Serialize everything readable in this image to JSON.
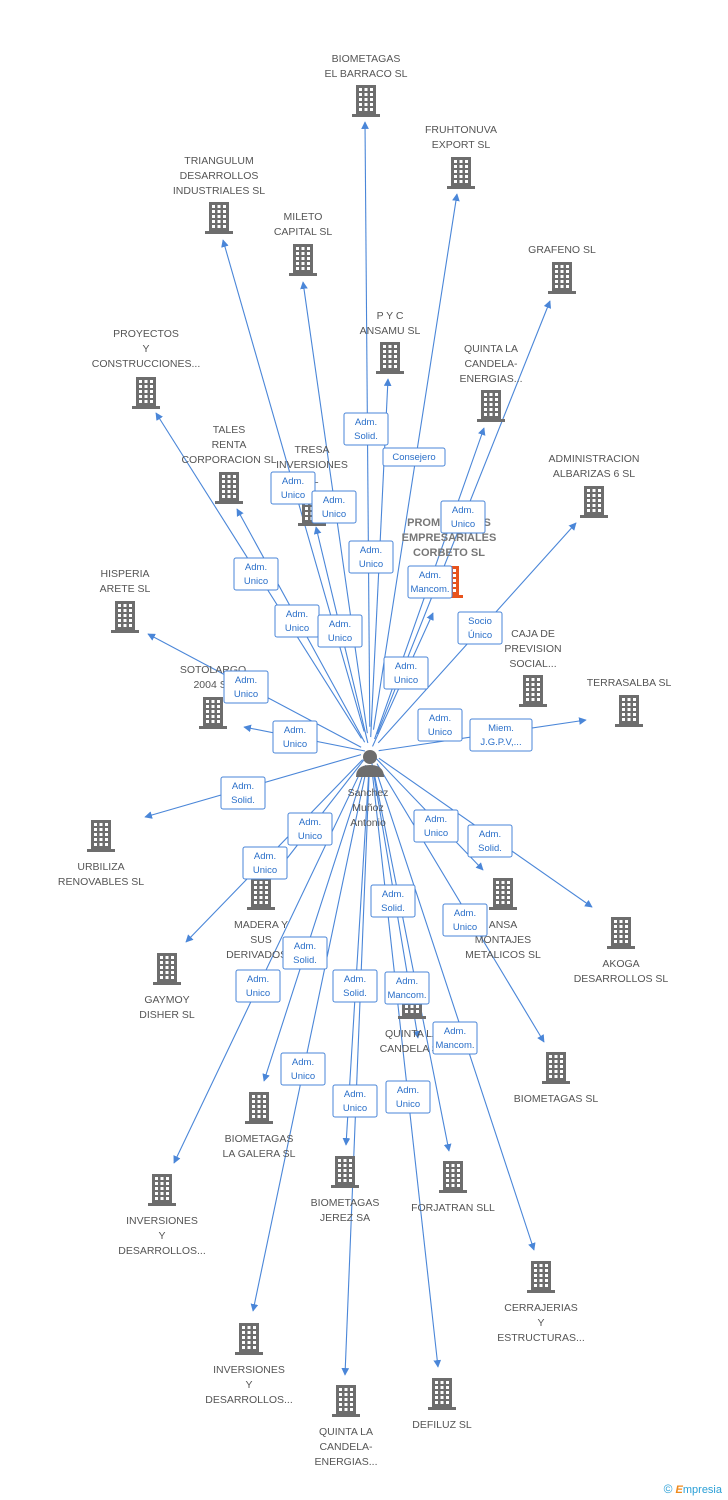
{
  "center": {
    "name_lines": [
      "Sanchez",
      "Muñoz",
      "Antonio"
    ],
    "icon": "person-icon"
  },
  "footer": {
    "copyright": "©",
    "brand_initial": "E",
    "brand_rest": "mpresia"
  },
  "colors": {
    "edge": "#4a86d8",
    "building": "#6d6d6d",
    "focus_building": "#e8531d",
    "label": "#555555"
  },
  "companies": [
    {
      "id": "biometagas-el-barraco",
      "lines": [
        "BIOMETAGAS",
        "EL BARRACO SL"
      ]
    },
    {
      "id": "fruhtonuva-export",
      "lines": [
        "FRUHTONUVA",
        "EXPORT SL"
      ]
    },
    {
      "id": "triangulum",
      "lines": [
        "TRIANGULUM",
        "DESARROLLOS",
        "INDUSTRIALES SL"
      ]
    },
    {
      "id": "mileto-capital",
      "lines": [
        "MILETO",
        "CAPITAL SL"
      ]
    },
    {
      "id": "grafeno",
      "lines": [
        "GRAFENO SL"
      ]
    },
    {
      "id": "pyc-ansamu",
      "lines": [
        "P Y C",
        "ANSAMU  SL"
      ]
    },
    {
      "id": "proyectos-construcciones",
      "lines": [
        "PROYECTOS",
        "Y",
        "CONSTRUCCIONES..."
      ]
    },
    {
      "id": "quinta-la-candela-top",
      "lines": [
        "QUINTA LA",
        "CANDELA-",
        "ENERGIAS..."
      ]
    },
    {
      "id": "tales-renta",
      "lines": [
        "TALES",
        "RENTA",
        "CORPORACION SL"
      ]
    },
    {
      "id": "tresa-inversiones",
      "lines": [
        "TRESA",
        "INVERSIONES",
        "SL"
      ]
    },
    {
      "id": "administracion-albarizas",
      "lines": [
        "ADMINISTRACION",
        "ALBARIZAS 6 SL"
      ]
    },
    {
      "id": "promociones-corbeto",
      "lines": [
        "PROMOCIONES",
        "EMPRESARIALES",
        "CORBETO SL"
      ],
      "focus": true
    },
    {
      "id": "hisperia-arete",
      "lines": [
        "HISPERIA",
        "ARETE SL"
      ]
    },
    {
      "id": "caja-prevision",
      "lines": [
        "CAJA DE",
        "PREVISION",
        "SOCIAL..."
      ]
    },
    {
      "id": "sotolargo",
      "lines": [
        "SOTOLARGO",
        "2004 SL"
      ]
    },
    {
      "id": "terrasalba",
      "lines": [
        "TERRASALBA SL"
      ]
    },
    {
      "id": "urbiliza",
      "lines": [
        "URBILIZA",
        "RENOVABLES SL"
      ]
    },
    {
      "id": "madera-derivados",
      "lines": [
        "MADERA Y",
        "SUS",
        "DERIVADOS..."
      ]
    },
    {
      "id": "ansa-montajes",
      "lines": [
        "ANSA",
        "MONTAJES",
        "METALICOS  SL"
      ]
    },
    {
      "id": "akoga",
      "lines": [
        "AKOGA",
        "DESARROLLOS SL"
      ]
    },
    {
      "id": "gaymoy-disher",
      "lines": [
        "GAYMOY",
        "DISHER SL"
      ]
    },
    {
      "id": "quinta-la-candela-mid",
      "lines": [
        "QUINTA LA",
        "CANDELA SL"
      ]
    },
    {
      "id": "biometagas",
      "lines": [
        "BIOMETAGAS SL"
      ]
    },
    {
      "id": "biometagas-la-galera",
      "lines": [
        "BIOMETAGAS",
        "LA GALERA SL"
      ]
    },
    {
      "id": "inversiones-desarrollos-1",
      "lines": [
        "INVERSIONES",
        "Y",
        "DESARROLLOS..."
      ]
    },
    {
      "id": "biometagas-jerez",
      "lines": [
        "BIOMETAGAS",
        "JEREZ SA"
      ]
    },
    {
      "id": "forjatran",
      "lines": [
        "FORJATRAN SLL"
      ]
    },
    {
      "id": "cerrajerias",
      "lines": [
        "CERRAJERIAS",
        "Y",
        "ESTRUCTURAS..."
      ]
    },
    {
      "id": "inversiones-desarrollos-2",
      "lines": [
        "INVERSIONES",
        "Y",
        "DESARROLLOS..."
      ]
    },
    {
      "id": "quinta-la-candela-bottom",
      "lines": [
        "QUINTA LA",
        "CANDELA-",
        "ENERGIAS..."
      ]
    },
    {
      "id": "defiluz",
      "lines": [
        "DEFILUZ SL"
      ]
    }
  ],
  "roles": [
    {
      "id": "r1",
      "lines": [
        "Adm.",
        "Solid."
      ]
    },
    {
      "id": "r2",
      "lines": [
        "Consejero"
      ]
    },
    {
      "id": "r3",
      "lines": [
        "Adm.",
        "Unico"
      ]
    },
    {
      "id": "r4",
      "lines": [
        "Adm.",
        "Unico"
      ]
    },
    {
      "id": "r5",
      "lines": [
        "Adm.",
        "Unico"
      ]
    },
    {
      "id": "r6",
      "lines": [
        "Adm.",
        "Mancom."
      ]
    },
    {
      "id": "r7",
      "lines": [
        "Adm.",
        "Unico"
      ]
    },
    {
      "id": "r8",
      "lines": [
        "Adm.",
        "Unico"
      ]
    },
    {
      "id": "r9",
      "lines": [
        "Adm.",
        "Unico"
      ]
    },
    {
      "id": "r10",
      "lines": [
        "Adm.",
        "Unico"
      ]
    },
    {
      "id": "r11",
      "lines": [
        "Socio",
        "Único"
      ]
    },
    {
      "id": "r12",
      "lines": [
        "Adm.",
        "Unico"
      ]
    },
    {
      "id": "r13",
      "lines": [
        "Adm.",
        "Unico"
      ]
    },
    {
      "id": "r14",
      "lines": [
        "Adm.",
        "Unico"
      ]
    },
    {
      "id": "r15",
      "lines": [
        "Adm.",
        "Unico"
      ]
    },
    {
      "id": "r16",
      "lines": [
        "Miem.",
        "J.G.P.V,..."
      ]
    },
    {
      "id": "r17",
      "lines": [
        "Adm.",
        "Solid."
      ]
    },
    {
      "id": "r18",
      "lines": [
        "Adm.",
        "Unico"
      ]
    },
    {
      "id": "r19",
      "lines": [
        "Adm.",
        "Unico"
      ]
    },
    {
      "id": "r20",
      "lines": [
        "Adm.",
        "Unico"
      ]
    },
    {
      "id": "r21",
      "lines": [
        "Adm.",
        "Solid."
      ]
    },
    {
      "id": "r22",
      "lines": [
        "Adm.",
        "Unico"
      ]
    },
    {
      "id": "r23",
      "lines": [
        "Adm.",
        "Solid."
      ]
    },
    {
      "id": "r24",
      "lines": [
        "Adm.",
        "Solid."
      ]
    },
    {
      "id": "r25",
      "lines": [
        "Adm.",
        "Unico"
      ]
    },
    {
      "id": "r26",
      "lines": [
        "Adm.",
        "Solid."
      ]
    },
    {
      "id": "r27",
      "lines": [
        "Adm.",
        "Mancom."
      ]
    },
    {
      "id": "r28",
      "lines": [
        "Adm.",
        "Mancom."
      ]
    },
    {
      "id": "r29",
      "lines": [
        "Adm.",
        "Unico"
      ]
    },
    {
      "id": "r30",
      "lines": [
        "Adm.",
        "Unico"
      ]
    },
    {
      "id": "r31",
      "lines": [
        "Adm.",
        "Unico"
      ]
    }
  ]
}
